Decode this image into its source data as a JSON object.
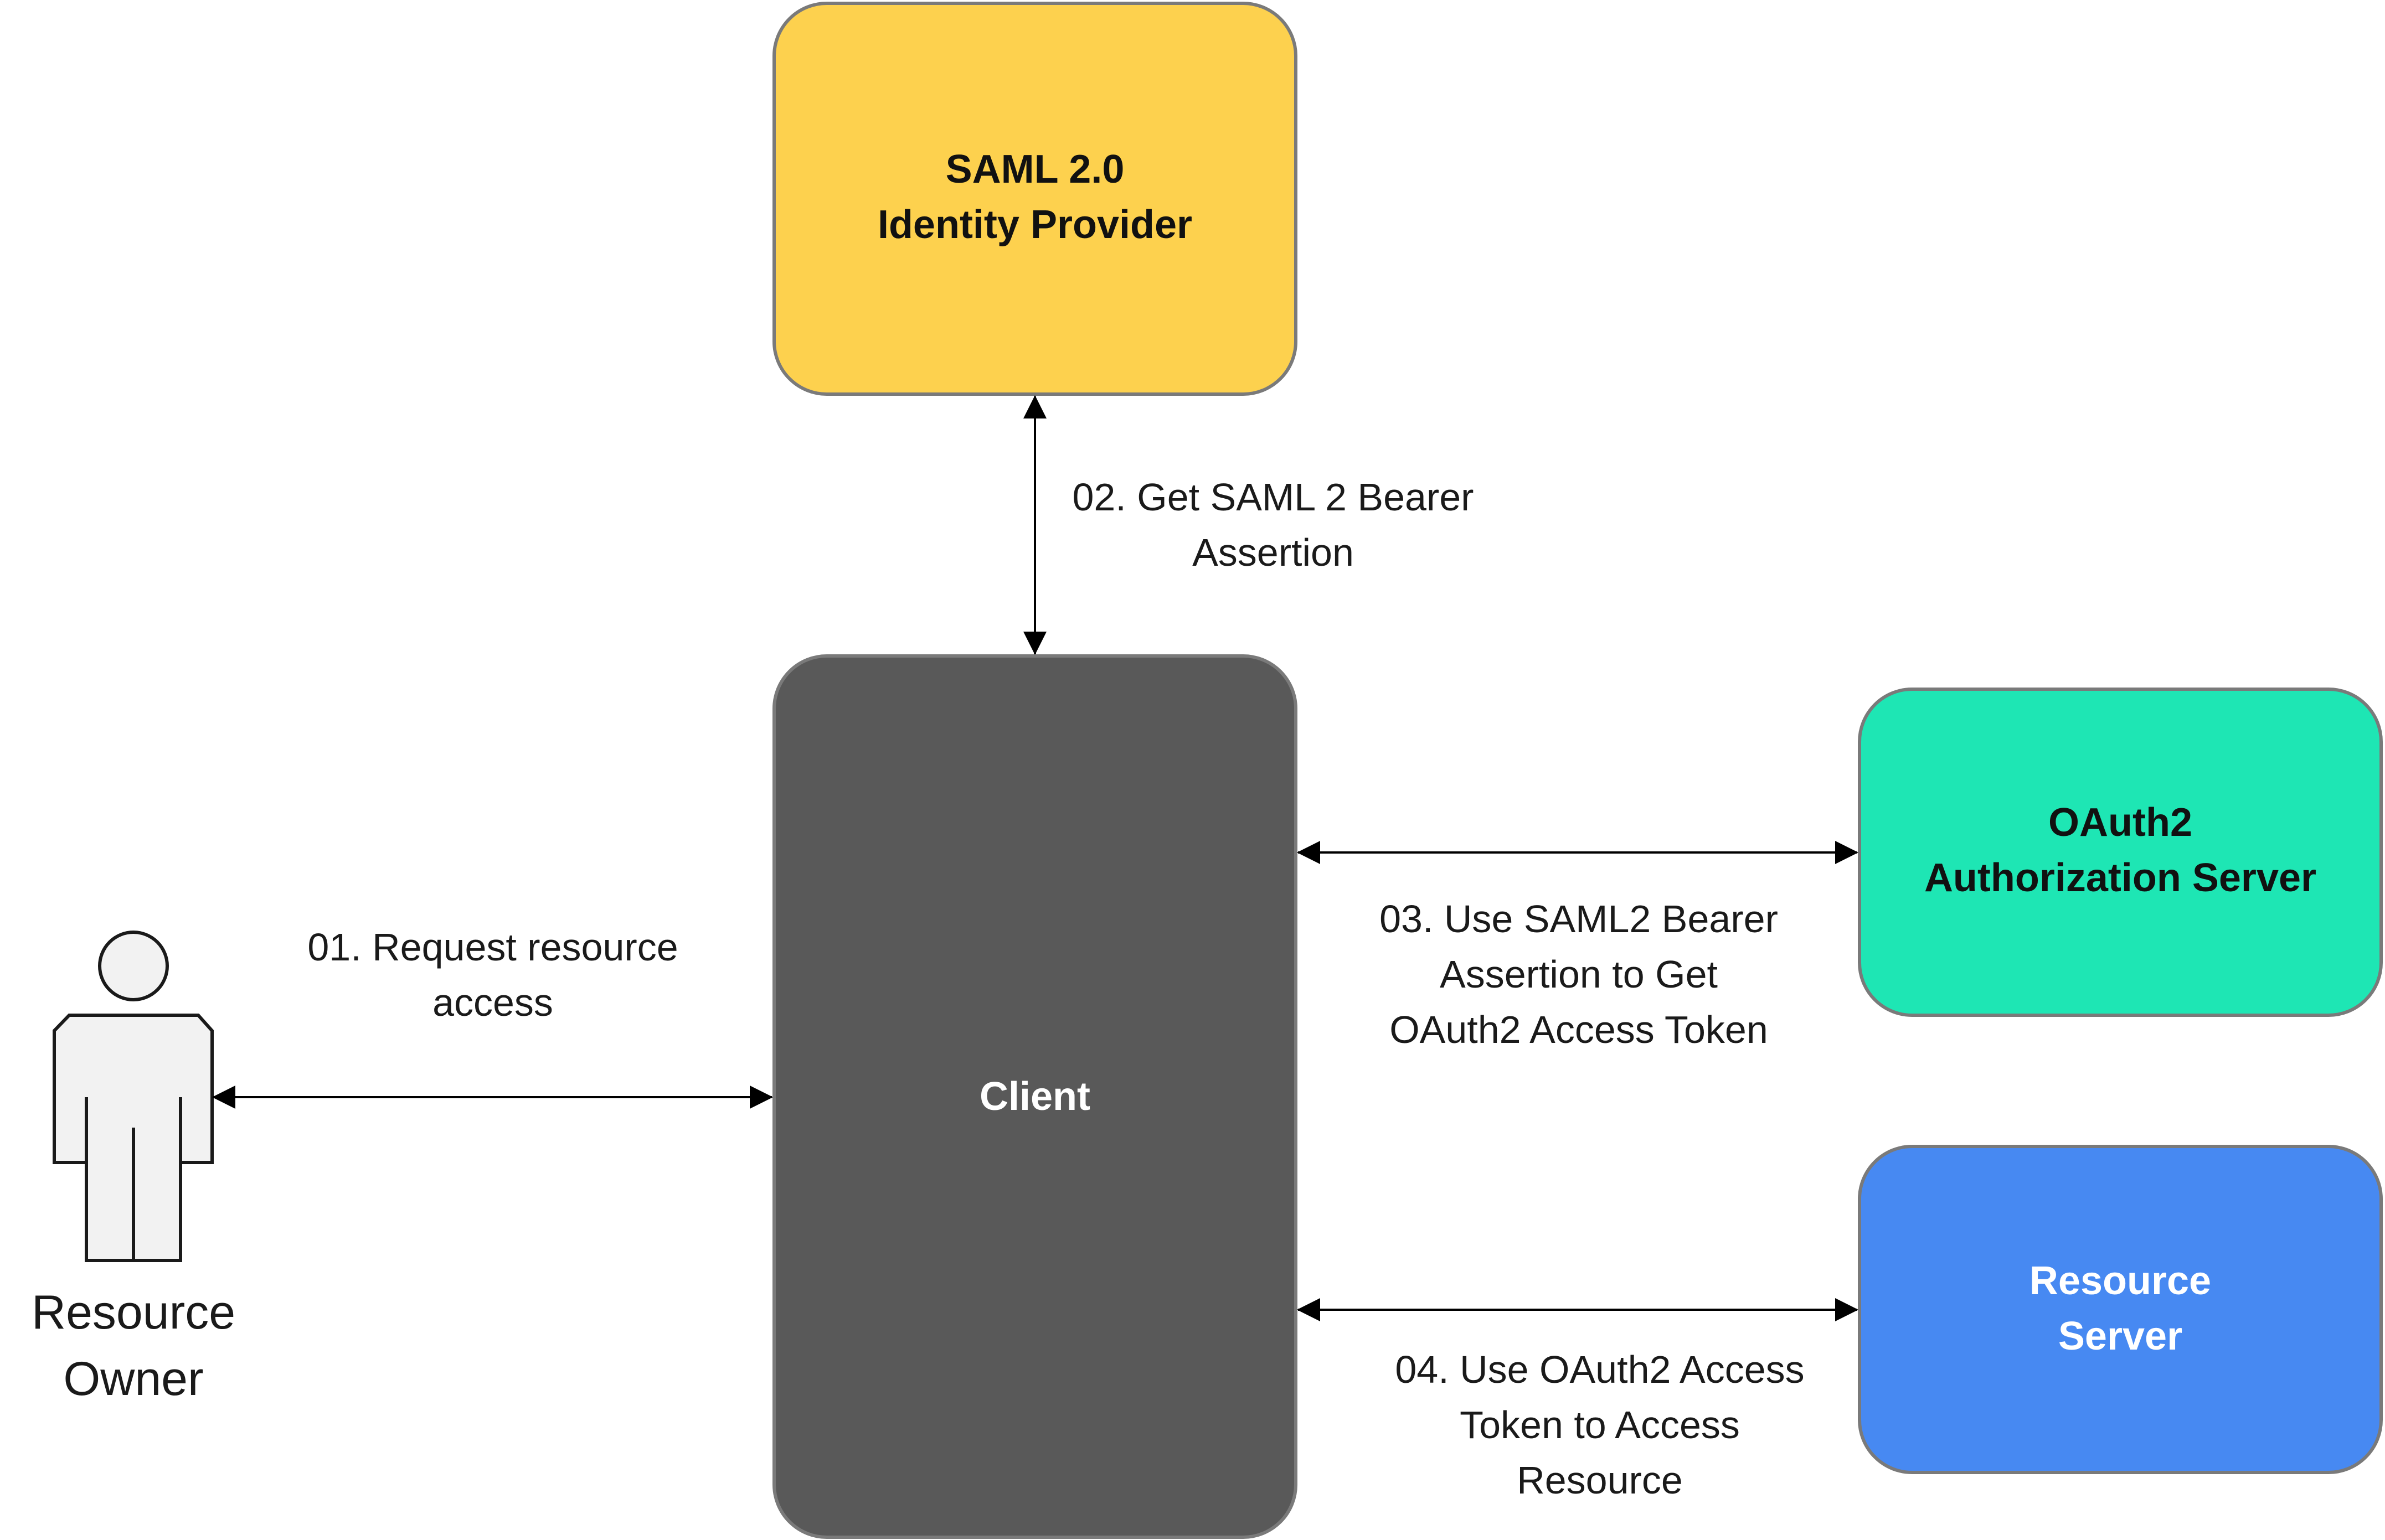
{
  "colors": {
    "saml_box": "#FDD14E",
    "client_box": "#595959",
    "oauth_box": "#1EE6B4",
    "resource_box": "#4789F2",
    "box_stroke": "#7A7A7A",
    "actor_fill": "#F2F2F2",
    "actor_stroke": "#1a1a1a",
    "arrow": "#000000"
  },
  "nodes": {
    "saml_idp": {
      "line1": "SAML 2.0",
      "line2": "Identity Provider"
    },
    "client": {
      "line1": "Client"
    },
    "oauth_server": {
      "line1": "OAuth2",
      "line2": "Authorization Server"
    },
    "resource_server": {
      "line1": "Resource",
      "line2": "Server"
    },
    "resource_owner": {
      "icon": "person-icon",
      "line1": "Resource",
      "line2": "Owner"
    }
  },
  "edges": {
    "step1": {
      "line1": "01. Request resource",
      "line2": "access"
    },
    "step2": {
      "line1": "02. Get SAML 2 Bearer",
      "line2": "Assertion"
    },
    "step3": {
      "line1": "03. Use SAML2 Bearer",
      "line2": "Assertion to Get",
      "line3": "OAuth2 Access Token"
    },
    "step4": {
      "line1": "04. Use OAuth2 Access",
      "line2": "Token to Access",
      "line3": "Resource"
    }
  }
}
